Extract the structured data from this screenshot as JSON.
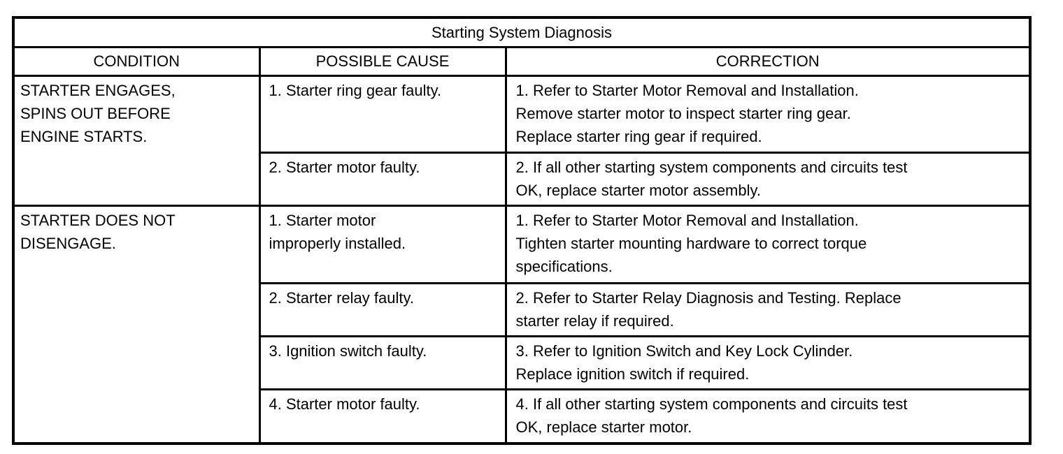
{
  "table": {
    "title": "Starting System Diagnosis",
    "columns": [
      "CONDITION",
      "POSSIBLE CAUSE",
      "CORRECTION"
    ],
    "groups": [
      {
        "condition": "STARTER ENGAGES,\nSPINS OUT BEFORE\nENGINE STARTS.",
        "rows": [
          {
            "cause": "1. Starter ring gear faulty.",
            "correction": "1. Refer to Starter Motor Removal and Installation.\nRemove starter motor to inspect starter ring gear.\nReplace starter ring gear if required."
          },
          {
            "cause": "2. Starter motor faulty.",
            "correction": "2. If all other starting system components and circuits test\nOK, replace starter motor assembly."
          }
        ]
      },
      {
        "condition": "STARTER DOES NOT\nDISENGAGE.",
        "rows": [
          {
            "cause": "1. Starter motor\nimproperly installed.",
            "correction": "1. Refer to Starter Motor Removal and Installation.\nTighten starter mounting hardware to correct torque\nspecifications."
          },
          {
            "cause": "2. Starter relay faulty.",
            "correction": "2. Refer to Starter Relay Diagnosis and Testing. Replace\nstarter relay if required."
          },
          {
            "cause": "3. Ignition switch faulty.",
            "correction": "3. Refer to Ignition Switch and Key Lock Cylinder.\nReplace ignition switch if required."
          },
          {
            "cause": "4. Starter motor faulty.",
            "correction": "4. If all other starting system components and circuits test\nOK, replace starter motor."
          }
        ]
      }
    ]
  }
}
